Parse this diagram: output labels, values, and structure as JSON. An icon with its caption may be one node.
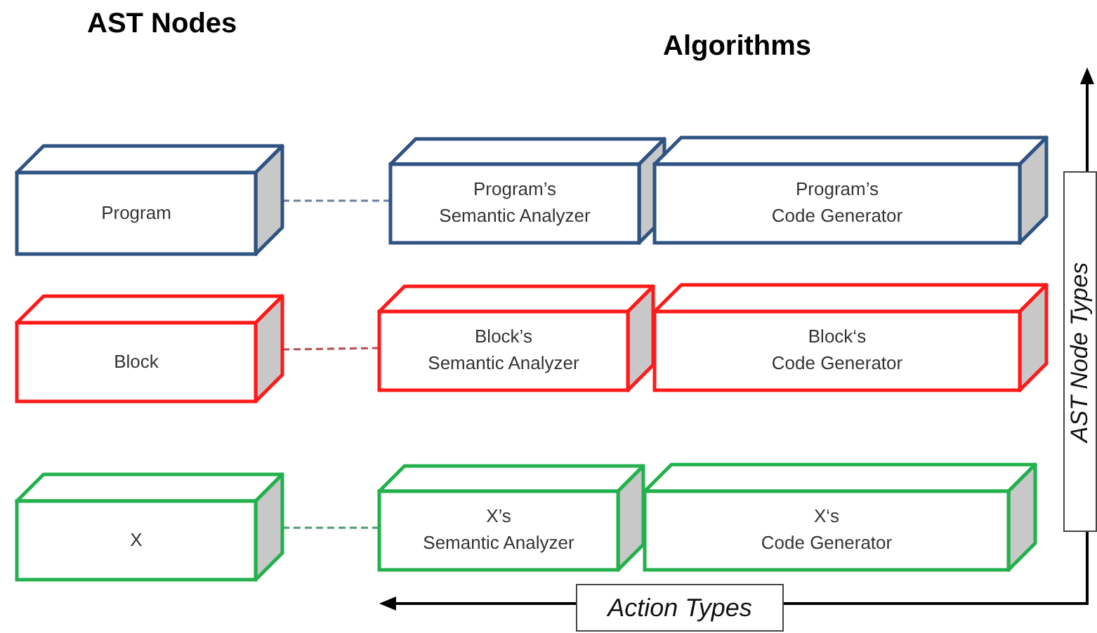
{
  "diagram": {
    "nodes": [
      {
        "text": [
          "Program"
        ]
      },
      {
        "text": [
          "Program’s Semantic Analyzer"
        ]
      },
      {
        "text": [
          "Program’s Code Generator"
        ]
      },
      {
        "text": [
          "Block"
        ]
      },
      {
        "text": [
          "Block’s Semantic Analyzer"
        ]
      },
      {
        "text": [
          "Block‘s Code Generator"
        ]
      },
      {
        "text": [
          "X"
        ]
      },
      {
        "text": [
          "X’s Semantic Analyzer"
        ]
      },
      {
        "text": [
          "X‘s Code Generator"
        ]
      }
    ],
    "edges": [
      {
        "from": 0,
        "to": 1,
        "arrow": "none",
        "style": "dashed",
        "color": "#6d7f9e"
      },
      {
        "from": 3,
        "to": 4,
        "arrow": "none",
        "style": "dashed",
        "color": "#b5565a"
      },
      {
        "from": 6,
        "to": 7,
        "arrow": "none",
        "style": "dashed",
        "color": "#4f9a70"
      }
    ],
    "labels": [
      "AST Nodes",
      "Algorithms",
      "AST Node Types",
      "Action Types"
    ]
  }
}
